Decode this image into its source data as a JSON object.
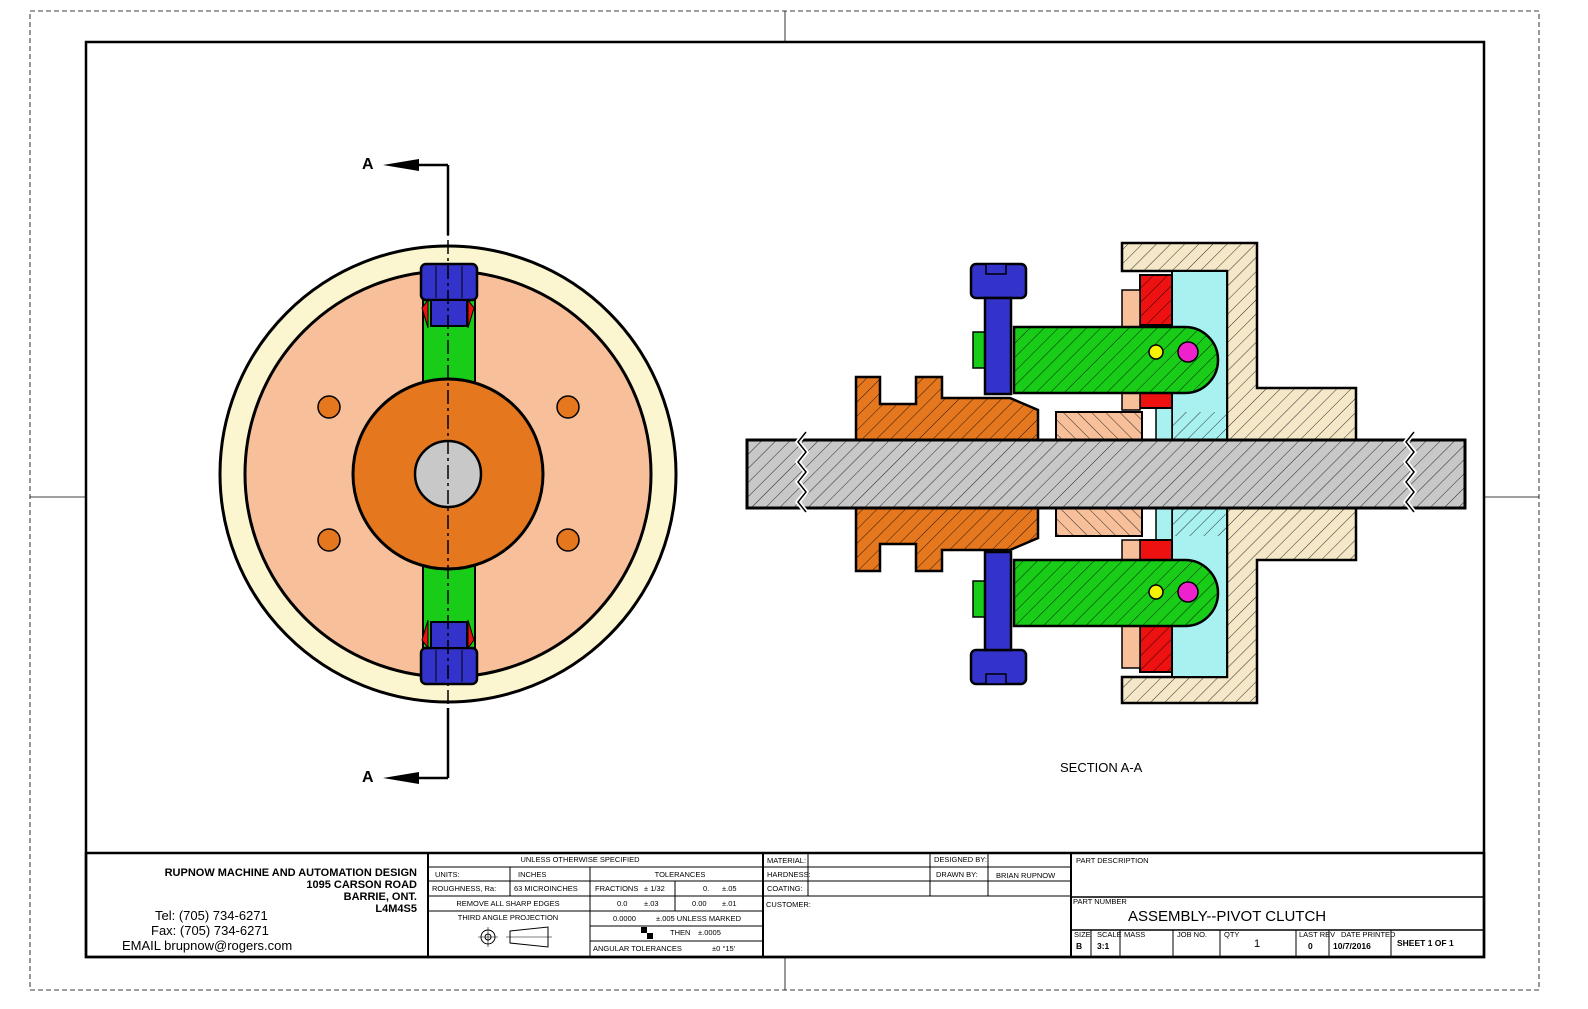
{
  "section_labels": {
    "cut_top": "A",
    "cut_bottom": "A",
    "section_view": "SECTION A-A"
  },
  "company": {
    "name": "RUPNOW MACHINE AND AUTOMATION DESIGN",
    "address": "1095 CARSON ROAD",
    "city": "BARRIE, ONT.",
    "postal": "L4M4S5",
    "tel": "Tel: (705) 734-6271",
    "fax": "Fax: (705) 734-6271",
    "email": "EMAIL brupnow@rogers.com"
  },
  "spec_block": {
    "header": "UNLESS OTHERWISE SPECIFIED",
    "units_label": "UNITS:",
    "units_value": "INCHES",
    "roughness_label": "ROUGHNESS, Ra:",
    "roughness_value": "63 MICROINCHES",
    "edges": "REMOVE ALL SHARP EDGES",
    "projection": "THIRD ANGLE PROJECTION",
    "tolerances_header": "TOLERANCES",
    "fractions_label": "FRACTIONS",
    "fractions_value": "± 1/32",
    "tol_1_label": "0.",
    "tol_1_value": "±.05",
    "tol_2_label": "0.0",
    "tol_2_value": "±.03",
    "tol_3_label": "0.00",
    "tol_3_value": "±.01",
    "tol_4_label": "0.0000",
    "tol_4_value": "±.005 UNLESS MARKED",
    "then_label": "THEN",
    "then_value": "±.0005",
    "angular_label": "ANGULAR TOLERANCES",
    "angular_value": "±0 °15'"
  },
  "material_block": {
    "material_label": "MATERIAL:",
    "hardness_label": "HARDNESS:",
    "coating_label": "COATING:",
    "customer_label": "CUSTOMER:",
    "designed_label": "DESIGNED BY:",
    "drawn_label": "DRAWN BY:",
    "drawn_value": "BRIAN RUPNOW"
  },
  "part_block": {
    "description_label": "PART DESCRIPTION",
    "number_label": "PART NUMBER",
    "part_number": "ASSEMBLY--PIVOT CLUTCH",
    "size_label": "SIZE",
    "size_value": "B",
    "scale_label": "SCALE",
    "scale_value": "3:1",
    "mass_label": "MASS",
    "job_label": "JOB NO.",
    "qty_label": "QTY",
    "qty_value": "1",
    "rev_label": "LAST REV",
    "rev_value": "0",
    "date_label": "DATE PRINTED",
    "date_value": "10/7/2016",
    "sheet_value": "SHEET 1 OF 1"
  },
  "colors": {
    "peach": "#f7c09a",
    "cream": "#fbf6cf",
    "orange": "#e5771f",
    "green": "#18cc18",
    "blue": "#3333cc",
    "red": "#ee1111",
    "cyan": "#a9f1f1",
    "gray": "#c8c8c8",
    "yellow": "#f4f400",
    "magenta": "#ee22cc",
    "tan": "#f5e8c8"
  }
}
